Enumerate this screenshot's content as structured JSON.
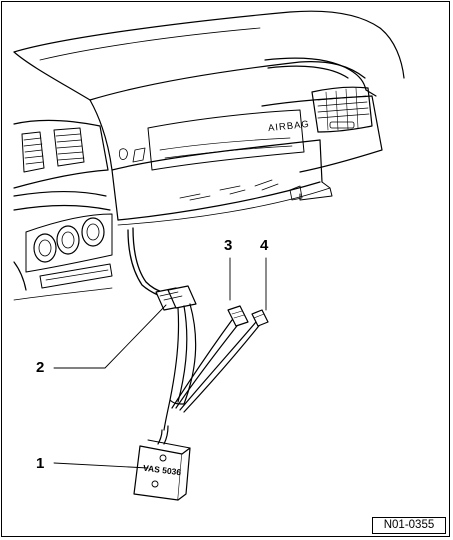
{
  "figure": {
    "code": "N01-0355",
    "dashboard_label": "AIRBAG",
    "tester_label": "VAS 5036"
  },
  "callouts": [
    "1",
    "2",
    "3",
    "4"
  ],
  "icons": [
    "dashboard-illustration",
    "tester-box-icon",
    "connector-icon"
  ]
}
